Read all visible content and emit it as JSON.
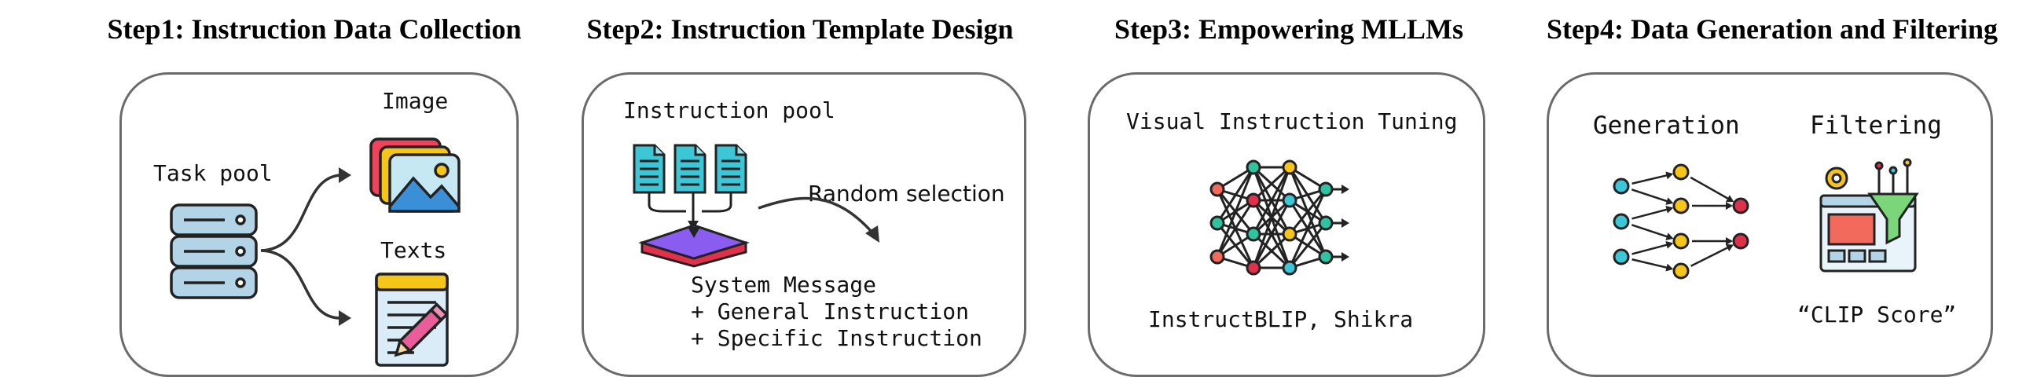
{
  "steps": [
    {
      "title": "Step1: Instruction Data Collection",
      "task_pool_label": "Task pool",
      "image_label": "Image",
      "texts_label": "Texts"
    },
    {
      "title": "Step2: Instruction Template Design",
      "pool_label": "Instruction pool",
      "random_label": "Random selection",
      "message_lines": [
        "System Message",
        "+ General Instruction",
        "+ Specific Instruction"
      ]
    },
    {
      "title": "Step3: Empowering MLLMs",
      "tuning_label": "Visual Instruction Tuning",
      "models_label": "InstructBLIP, Shikra"
    },
    {
      "title": "Step4: Data Generation and Filtering",
      "generation_label": "Generation",
      "filtering_label": "Filtering",
      "score_label": "“CLIP Score”"
    }
  ],
  "icons": {
    "database": "database-icon",
    "images": "image-stack-icon",
    "document": "document-pencil-icon",
    "instruction_docs": "document-icon",
    "platform": "platform-icon",
    "network": "neural-network-icon",
    "generation": "generation-network-icon",
    "filtering": "filter-funnel-icon"
  },
  "colors": {
    "cyan": "#3cc6d6",
    "yellow": "#f5c518",
    "red": "#e0314b",
    "green": "#2ec4a0",
    "purple": "#8a5cf0",
    "coral": "#f26a5b",
    "outline": "#222222",
    "panel_border": "#6b6b6b"
  }
}
